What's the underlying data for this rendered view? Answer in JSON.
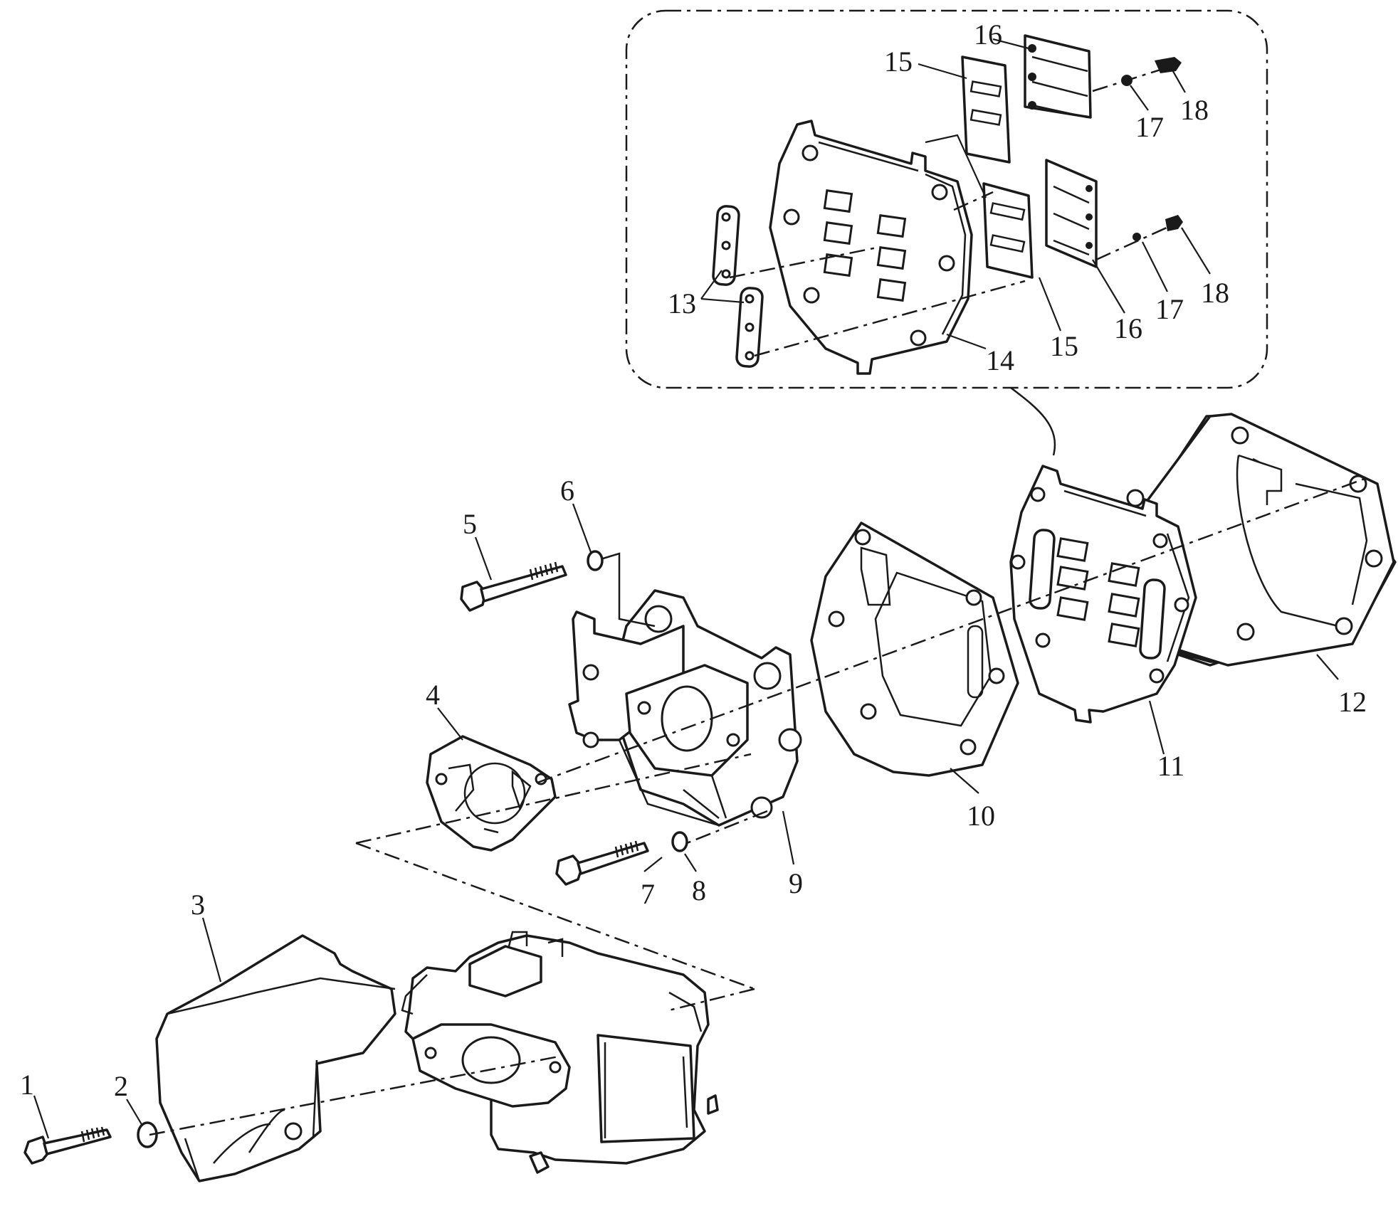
{
  "callouts": [
    {
      "id": "1",
      "text": "1"
    },
    {
      "id": "2",
      "text": "2"
    },
    {
      "id": "3",
      "text": "3"
    },
    {
      "id": "4",
      "text": "4"
    },
    {
      "id": "5",
      "text": "5"
    },
    {
      "id": "6",
      "text": "6"
    },
    {
      "id": "7",
      "text": "7"
    },
    {
      "id": "8",
      "text": "8"
    },
    {
      "id": "9",
      "text": "9"
    },
    {
      "id": "10",
      "text": "10"
    },
    {
      "id": "11",
      "text": "11"
    },
    {
      "id": "12",
      "text": "12"
    },
    {
      "id": "13",
      "text": "13"
    },
    {
      "id": "14",
      "text": "14"
    },
    {
      "id": "15a",
      "text": "15"
    },
    {
      "id": "15b",
      "text": "15"
    },
    {
      "id": "16a",
      "text": "16"
    },
    {
      "id": "16b",
      "text": "16"
    },
    {
      "id": "17a",
      "text": "17"
    },
    {
      "id": "17b",
      "text": "17"
    },
    {
      "id": "18a",
      "text": "18"
    },
    {
      "id": "18b",
      "text": "18"
    }
  ]
}
